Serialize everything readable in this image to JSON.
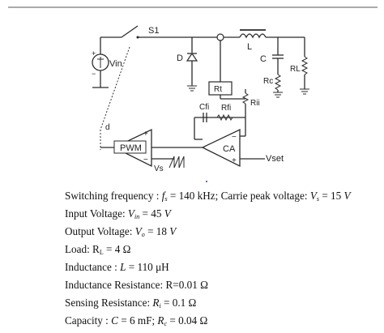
{
  "schematic": {
    "labels": {
      "switch": "S1",
      "source": "Vin",
      "diode": "D",
      "inductor": "L",
      "capacitor": "C",
      "load": "RL",
      "cap_esr": "Rc",
      "sense_resistor": "Rt",
      "current_sense": "Rii",
      "comp_cap": "Cfi",
      "comp_res": "Rfi",
      "pwm_block": "PWM",
      "ca_block": "CA",
      "sawtooth": "Vs",
      "reference": "Vset",
      "duty": "d",
      "plus": "+",
      "minus": "−"
    }
  },
  "parameters": [
    {
      "label": "Switching frequency : ",
      "sym": "f",
      "sub": "s",
      "rest": " = 140 kHz; Carrie peak voltage: ",
      "sym2": "V",
      "sub2": "s",
      "rest2": " = 15 ",
      "unit2": "V"
    },
    {
      "label": "Input Voltage: ",
      "sym": "V",
      "sub": "in",
      "rest": " = 45 ",
      "unit": "V"
    },
    {
      "label": "Output Voltage: ",
      "sym": "V",
      "sub": "o",
      "rest": " = 18 ",
      "unit": "V"
    },
    {
      "label": "Load: R",
      "sub": "L",
      "rest": " = 4 Ω"
    },
    {
      "label": "Inductance : ",
      "sym": "L",
      "rest": " = 110 μH"
    },
    {
      "label": "Inductance Resistance: R=0.01 Ω"
    },
    {
      "label": "Sensing Resistance: ",
      "sym": "R",
      "sub": "i",
      "rest": " = 0.1 Ω"
    },
    {
      "label": "Capacity : ",
      "sym": "C",
      "rest": " = 6 mF; ",
      "sym2": "R",
      "sub2": "c",
      "rest2": " = 0.04 Ω"
    }
  ]
}
